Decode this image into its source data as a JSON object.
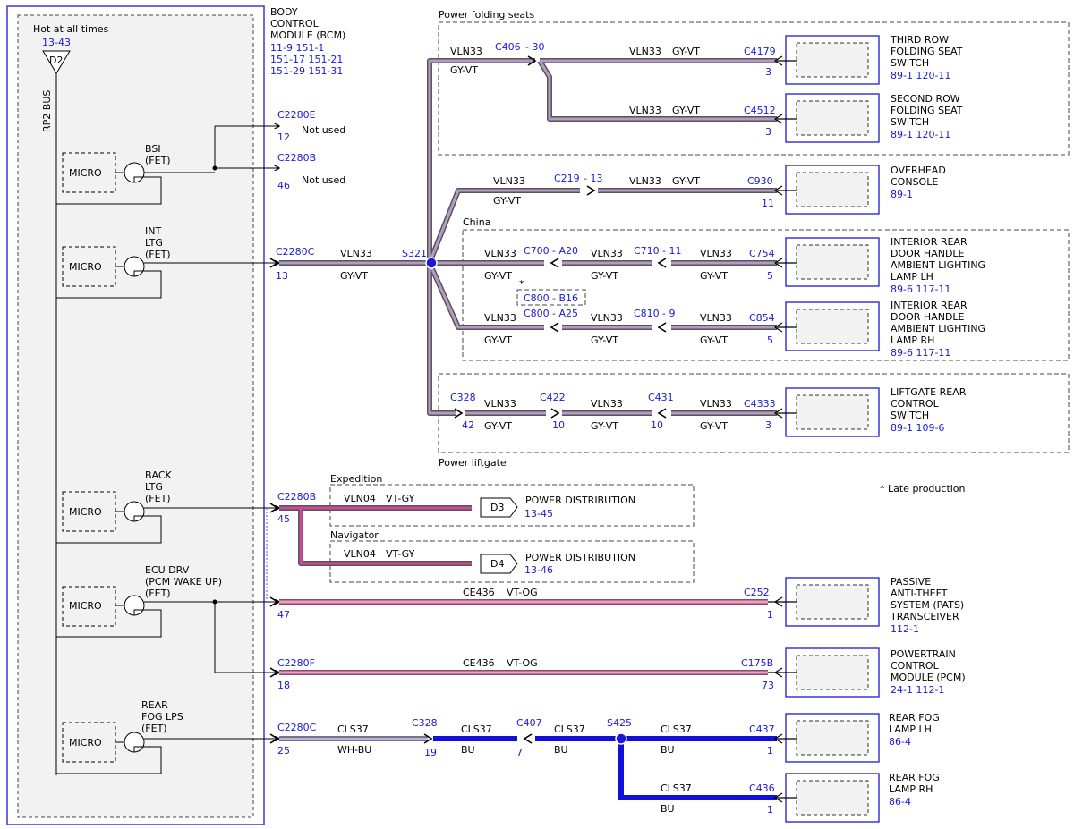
{
  "bcm": {
    "hot_label": "Hot at all times",
    "hot_ref": "13-43",
    "bus_tag": "D2",
    "bus_label": "RP2 BUS",
    "title": [
      "BODY",
      "CONTROL",
      "MODULE (BCM)"
    ],
    "refs": [
      "11-9   151-1",
      "151-17  151-21",
      "151-29  151-31"
    ],
    "micro": "MICRO",
    "fets": [
      [
        "BSI",
        "(FET)"
      ],
      [
        "INT",
        "LTG",
        "(FET)"
      ],
      [
        "BACK",
        "LTG",
        "(FET)"
      ],
      [
        "ECU DRV",
        "(PCM WAKE UP)",
        "(FET)"
      ],
      [
        "REAR",
        "FOG LPS",
        "(FET)"
      ]
    ]
  },
  "not_used": {
    "c1": "C2280E",
    "p1": "12",
    "c2": "C2280B",
    "p2": "46",
    "label": "Not used"
  },
  "groups": {
    "power_folding": "Power folding seats",
    "china": "China",
    "power_liftgate": "Power liftgate",
    "expedition": "Expedition",
    "navigator": "Navigator",
    "late_note": "*  Late production",
    "star": "*"
  },
  "wires": {
    "vln33": "VLN33",
    "gyvt": "GY-VT",
    "vln04": "VLN04",
    "vtgy": "VT-GY",
    "ce436": "CE436",
    "vtog": "VT-OG",
    "cls37": "CLS37",
    "whbu": "WH-BU",
    "bu": "BU"
  },
  "connectors": {
    "c2280c_13": "C2280C",
    "p_13": "13",
    "s321": "S321",
    "c406": "C406",
    "c406_pin": "- 30",
    "c4179": "C4179",
    "p_c4179": "3",
    "c4512": "C4512",
    "p_c4512": "3",
    "c219": "C219",
    "c219_pin": "- 13",
    "c930": "C930",
    "p_c930": "11",
    "c700": "C700",
    "c700_pin": "- A20",
    "c710": "C710",
    "c710_pin": "- 11",
    "c754": "C754",
    "p_c754": "5",
    "c800b": "C800",
    "c800b_pin": "- B16",
    "c800": "C800",
    "c800_pin": "- A25",
    "c810": "C810",
    "c810_pin": "- 9",
    "c854": "C854",
    "p_c854": "5",
    "c328a": "C328",
    "p_c328a": "42",
    "c422": "C422",
    "p_c422": "10",
    "c431": "C431",
    "p_c431": "10",
    "c4333": "C4333",
    "p_c4333": "3",
    "c2280b_45": "C2280B",
    "p_45": "45",
    "c252": "C252",
    "p_c252": "1",
    "c2280_47": "47",
    "c2280f": "C2280F",
    "p_18": "18",
    "c175b": "C175B",
    "p_c175b": "73",
    "c2280c_25": "C2280C",
    "p_25": "25",
    "c328b": "C328",
    "p_c328b": "19",
    "c407": "C407",
    "p_c407": "7",
    "s425": "S425",
    "c437": "C437",
    "p_c437": "1",
    "c436": "C436",
    "p_c436": "1"
  },
  "components": {
    "third_row": {
      "name": [
        "THIRD ROW",
        "FOLDING SEAT",
        "SWITCH"
      ],
      "refs": "89-1     120-11"
    },
    "second_row": {
      "name": [
        "SECOND ROW",
        "FOLDING SEAT",
        "SWITCH"
      ],
      "refs": "89-1     120-11"
    },
    "overhead": {
      "name": [
        "OVERHEAD",
        "CONSOLE"
      ],
      "refs": "89-1"
    },
    "rear_door_lh": {
      "name": [
        "INTERIOR REAR",
        "DOOR HANDLE",
        "AMBIENT LIGHTING",
        "LAMP LH"
      ],
      "refs": "89-6     117-11"
    },
    "rear_door_rh": {
      "name": [
        "INTERIOR REAR",
        "DOOR HANDLE",
        "AMBIENT LIGHTING",
        "LAMP RH"
      ],
      "refs": "89-6     117-11"
    },
    "liftgate": {
      "name": [
        "LIFTGATE REAR",
        "CONTROL",
        "SWITCH"
      ],
      "refs": "89-1     109-6"
    },
    "pats": {
      "name": [
        "PASSIVE",
        "ANTI-THEFT",
        "SYSTEM (PATS)",
        "TRANSCEIVER"
      ],
      "refs": "112-1"
    },
    "pcm": {
      "name": [
        "POWERTRAIN",
        "CONTROL",
        "MODULE (PCM)"
      ],
      "refs": "24-1     112-1"
    },
    "fog_lh": {
      "name": [
        "REAR FOG",
        "LAMP LH"
      ],
      "refs": "86-4"
    },
    "fog_rh": {
      "name": [
        "REAR FOG",
        "LAMP RH"
      ],
      "refs": "86-4"
    }
  },
  "power_dist": {
    "d3": "D3",
    "d3_label": "POWER DISTRIBUTION",
    "d3_ref": "13-45",
    "d4": "D4",
    "d4_label": "POWER DISTRIBUTION",
    "d4_ref": "13-46"
  },
  "colors": {
    "wire_purple": "#9b87a8",
    "wire_pink": "#e07aa6",
    "wire_blue": "#1010d8",
    "outline_blue": "#1a1ad6"
  }
}
